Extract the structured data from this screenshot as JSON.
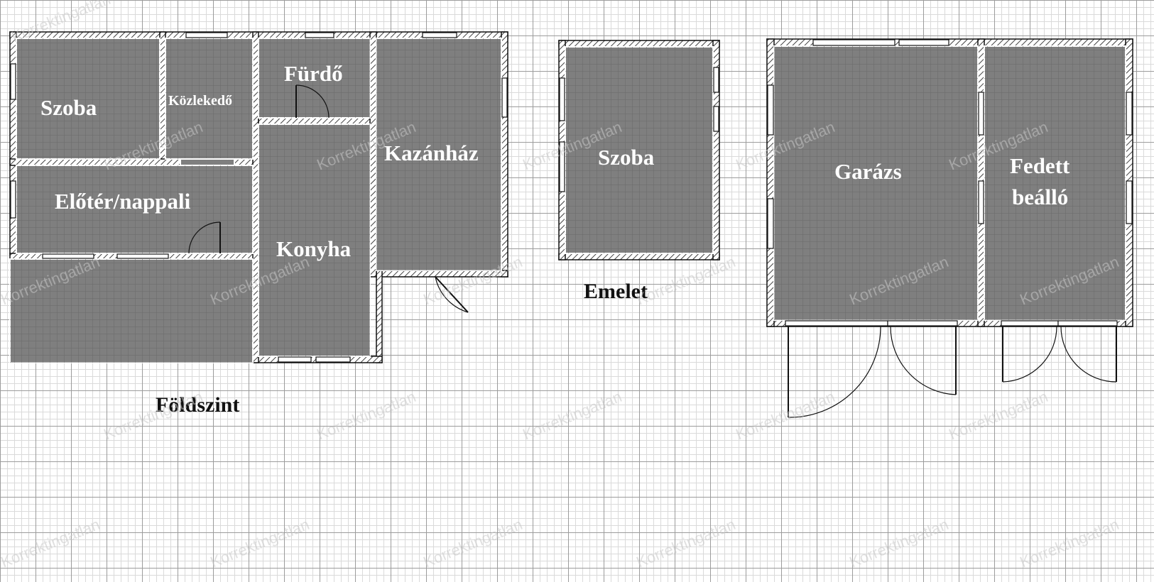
{
  "plans": {
    "ground_floor": {
      "title": "Földszint",
      "rooms": {
        "szoba": "Szoba",
        "kozlekedo": "Közlekedő",
        "furdo": "Fürdő",
        "kazanhaz": "Kazánház",
        "eloter": "Előtér/nappali",
        "konyha": "Konyha"
      }
    },
    "upper_floor": {
      "title": "Emelet",
      "rooms": {
        "szoba": "Szoba"
      }
    },
    "garage": {
      "rooms": {
        "garazs": "Garázs",
        "fedett_line1": "Fedett",
        "fedett_line2": "beálló"
      }
    }
  },
  "watermark": "Korrektingatlan",
  "colors": {
    "room_fill": "#7f7f7f",
    "wall_hatch": "#111111",
    "background": "#ffffff",
    "label": "#ffffff"
  }
}
